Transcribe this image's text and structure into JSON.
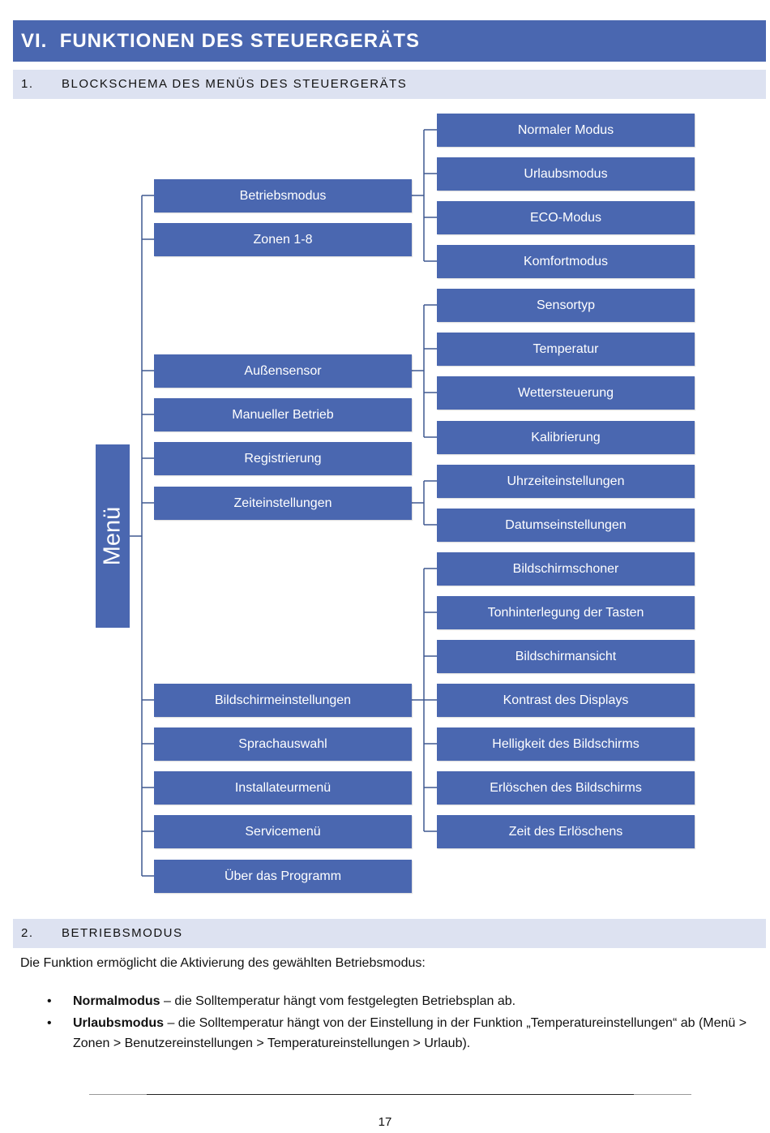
{
  "section": {
    "number": "VI.",
    "title": "FUNKTIONEN DES STEUERGERÄTS"
  },
  "sub1": {
    "number": "1.",
    "title": "BLOCKSCHEMA DES MENÜS DES STEUERGERÄTS"
  },
  "diagram": {
    "root": "Menü",
    "level1": [
      "Betriebsmodus",
      "Zonen 1-8",
      "Außensensor",
      "Manueller Betrieb",
      "Registrierung",
      "Zeiteinstellungen",
      "Bildschirmeinstellungen",
      "Sprachauswahl",
      "Installateurmenü",
      "Servicemenü",
      "Über das Programm"
    ],
    "betriebsmodus": [
      "Normaler Modus",
      "Urlaubsmodus",
      "ECO-Modus",
      "Komfortmodus"
    ],
    "aussensensor": [
      "Sensortyp",
      "Temperatur",
      "Wettersteuerung",
      "Kalibrierung"
    ],
    "zeiteinstellungen": [
      "Uhrzeiteinstellungen",
      "Datumseinstellungen"
    ],
    "bildschirmeinstellungen": [
      "Bildschirmschoner",
      "Tonhinterlegung der Tasten",
      "Bildschirmansicht",
      "Kontrast des Displays",
      "Helligkeit des Bildschirms",
      "Erlöschen des Bildschirms",
      "Zeit des Erlöschens"
    ]
  },
  "sub2": {
    "number": "2.",
    "title": "BETRIEBSMODUS"
  },
  "intro": "Die Funktion ermöglicht die Aktivierung des gewählten Betriebsmodus:",
  "bullets": [
    {
      "term": "Normalmodus",
      "text": " – die Solltemperatur hängt vom festgelegten Betriebsplan ab."
    },
    {
      "term": "Urlaubsmodus",
      "text": " – die Solltemperatur hängt von der Einstellung in der Funktion „Temperatureinstellungen“ ab (Menü > Zonen > Benutzereinstellungen > Temperatureinstellungen > Urlaub)."
    }
  ],
  "page_number": "17"
}
